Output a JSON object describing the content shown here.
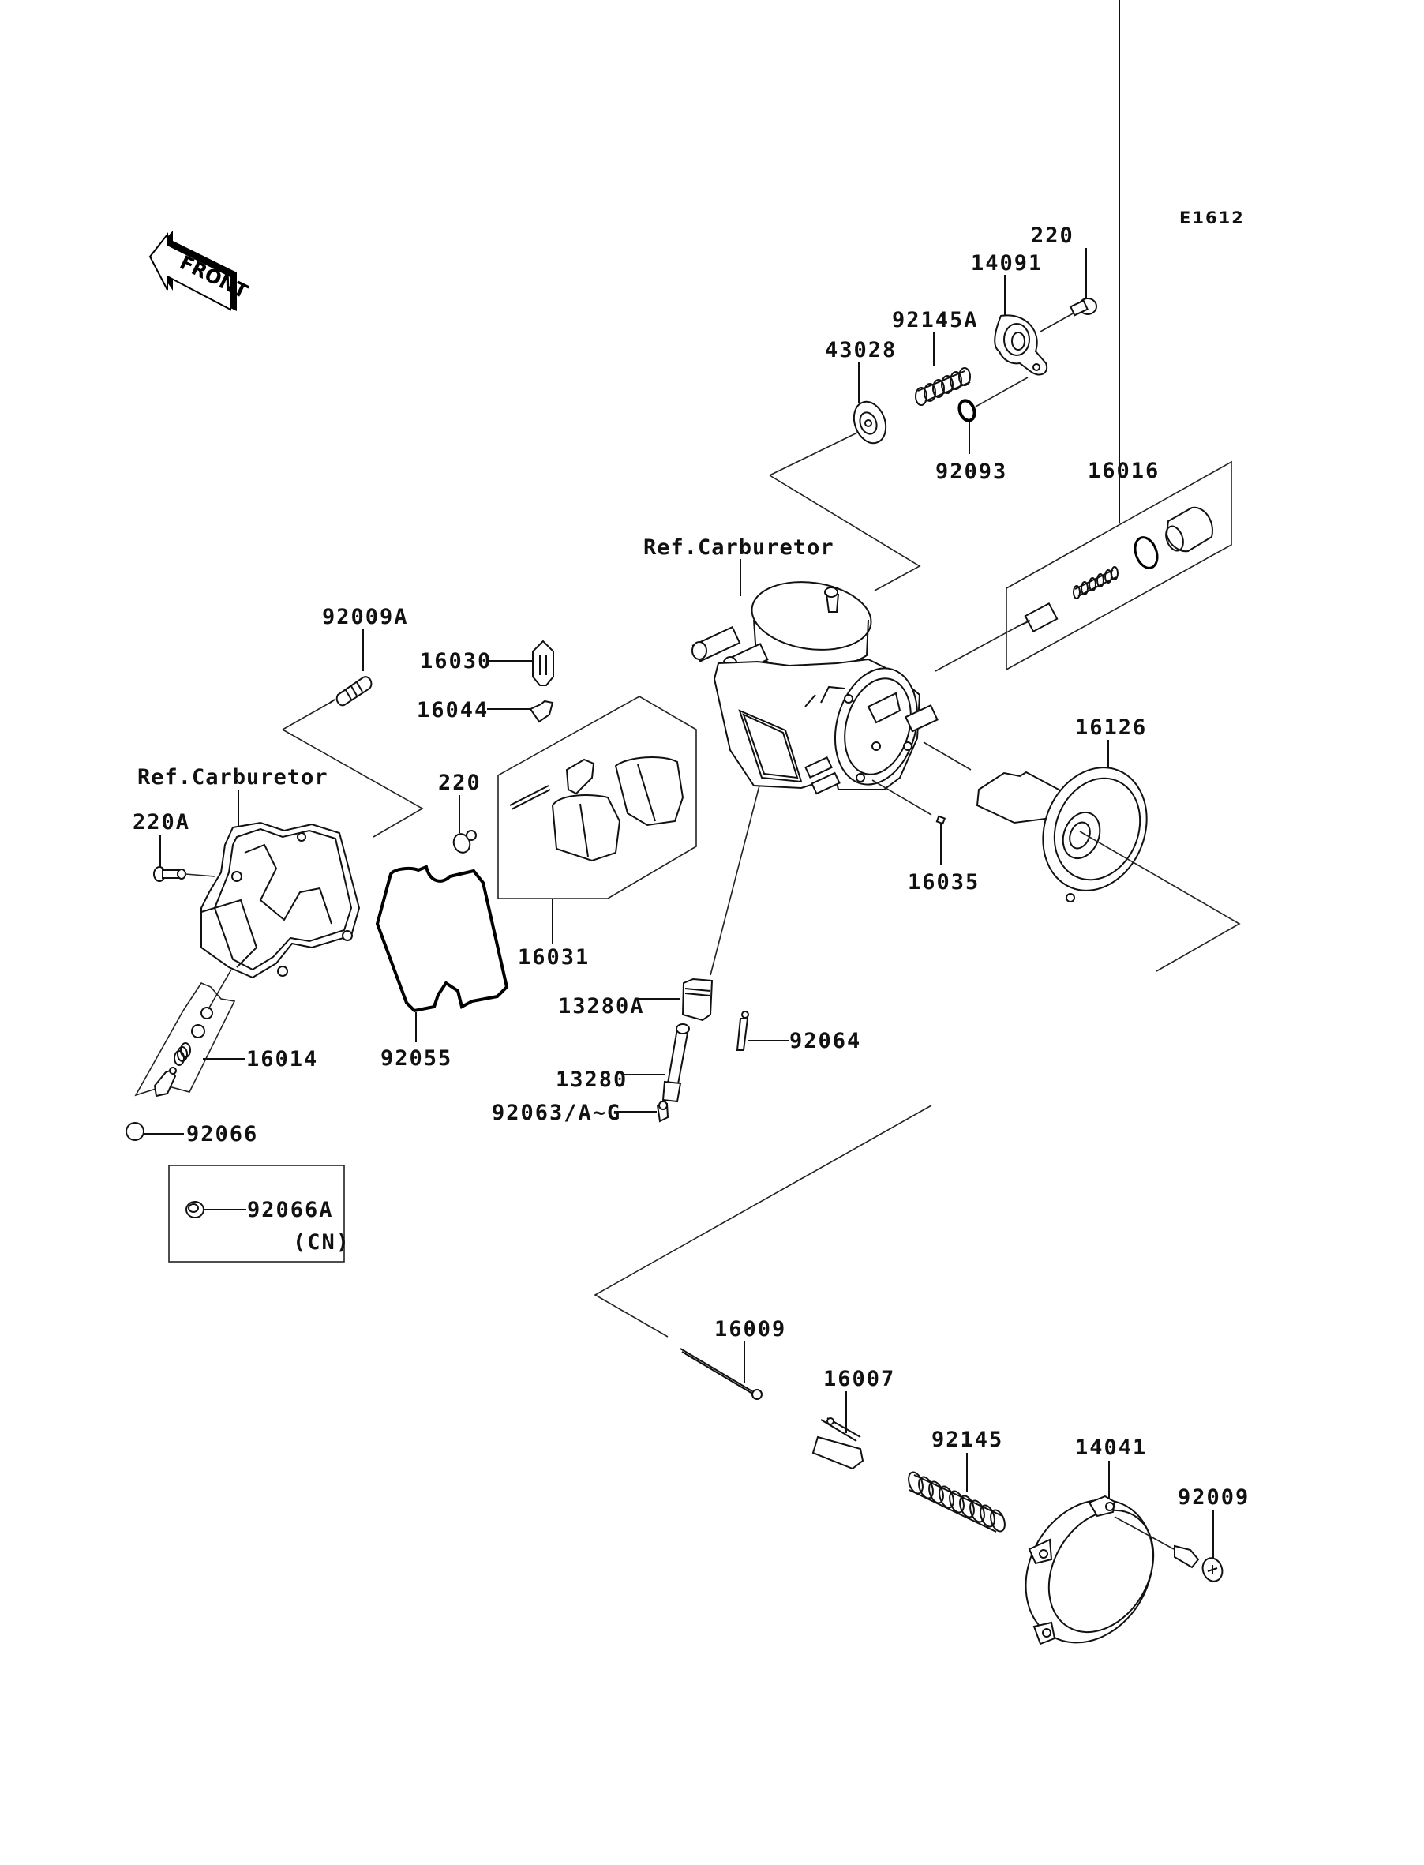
{
  "diagram": {
    "code": "E1612",
    "front_label": "FRONT",
    "ref_labels": {
      "carburetor_top": "Ref.Carburetor",
      "carburetor_left": "Ref.Carburetor"
    },
    "parts": {
      "p220_top": "220",
      "p14091": "14091",
      "p92145A": "92145A",
      "p43028": "43028",
      "p92093": "92093",
      "p16016": "16016",
      "p92009A": "92009A",
      "p16030": "16030",
      "p16044": "16044",
      "p220_mid": "220",
      "p220A": "220A",
      "p16126": "16126",
      "p16035": "16035",
      "p16031": "16031",
      "p16014": "16014",
      "p92055": "92055",
      "p13280A": "13280A",
      "p92064": "92064",
      "p13280": "13280",
      "p92063": "92063/A~G",
      "p92066": "92066",
      "p92066A": "92066A",
      "p92066A_note": "(CN)",
      "p16009": "16009",
      "p16007": "16007",
      "p92145": "92145",
      "p14041": "14041",
      "p92009": "92009"
    }
  }
}
